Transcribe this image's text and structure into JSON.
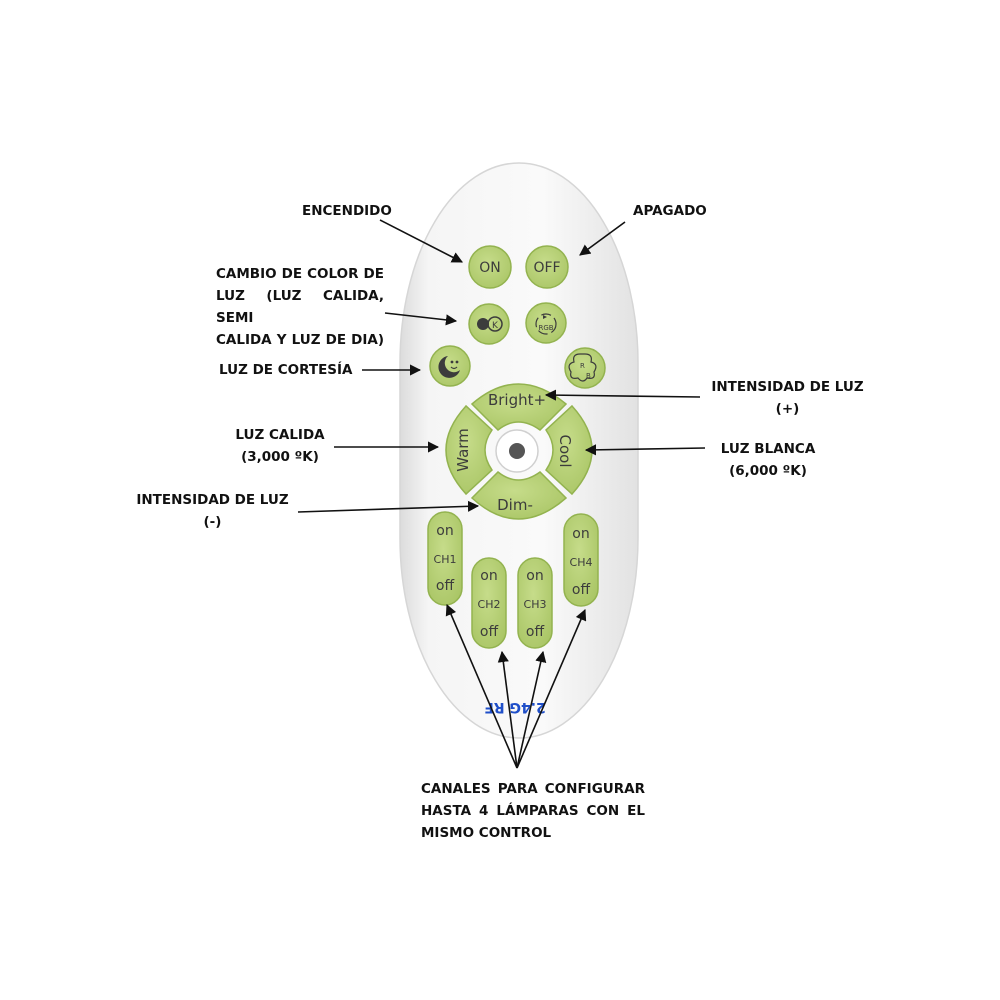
{
  "labels": {
    "encendido": "ENCENDIDO",
    "apagado": "APAGADO",
    "cambio_color": [
      "CAMBIO DE COLOR DE",
      "LUZ (LUZ CALIDA, SEMI",
      "CALIDA Y LUZ DE DIA)"
    ],
    "cortesia": "LUZ DE CORTESÍA",
    "intensidad_mas": [
      "INTENSIDAD DE LUZ",
      "(+)"
    ],
    "luz_calida": [
      "LUZ CALIDA",
      "(3,000 ºK)"
    ],
    "luz_blanca": [
      "LUZ BLANCA",
      "(6,000 ºK)"
    ],
    "intensidad_menos": [
      "INTENSIDAD DE LUZ",
      "(-)"
    ],
    "canales": [
      "CANALES PARA CONFIGURAR",
      "HASTA 4 LÁMPARAS CON EL",
      "MISMO CONTROL"
    ]
  },
  "remote": {
    "on": "ON",
    "off": "OFF",
    "bright": "Bright+",
    "dim": "Dim-",
    "warm": "Warm",
    "cool": "Cool",
    "ch_on": "on",
    "ch_off": "off",
    "ch1": "CH1",
    "ch2": "CH2",
    "ch3": "CH3",
    "ch4": "CH4",
    "brand": "2.4G RF"
  },
  "colors": {
    "button_green": "#b5cf74",
    "button_edge": "#93b34f",
    "body": "#f4f4f4",
    "brand_blue": "#1f4fc9"
  }
}
